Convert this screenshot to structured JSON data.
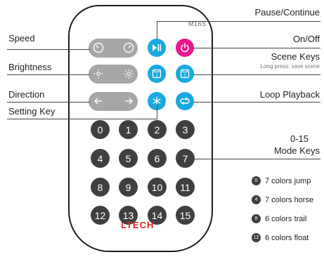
{
  "remote": {
    "model": "M16S",
    "brand": "LTECH",
    "number_keys": [
      "0",
      "1",
      "2",
      "3",
      "4",
      "5",
      "6",
      "7",
      "8",
      "9",
      "10",
      "11",
      "12",
      "13",
      "14",
      "15"
    ]
  },
  "labels": {
    "pause_continue": "Pause/Continue",
    "speed": "Speed",
    "on_off": "On/Off",
    "scene_keys": "Scene Keys",
    "scene_keys_sub": "Long press: save scene",
    "brightness": "Brightness",
    "direction": "Direction",
    "loop_playback": "Loop Playback",
    "setting_key": "Setting Key",
    "mode_keys_line1": "0-15",
    "mode_keys_line2": "Mode Keys"
  },
  "scene_keys": [
    "1",
    "2"
  ],
  "legend": [
    {
      "number": "0",
      "text": "7 colors jump"
    },
    {
      "number": "4",
      "text": "7 colors horse"
    },
    {
      "number": "8",
      "text": "6 colors trail"
    },
    {
      "number": "12",
      "text": "6 colors float"
    }
  ],
  "colors": {
    "blue": "#18a9e1",
    "pink": "#e8198b",
    "gray": "#a6a6a6",
    "dark": "#3f3f3f",
    "brand_red": "#e0262a"
  }
}
